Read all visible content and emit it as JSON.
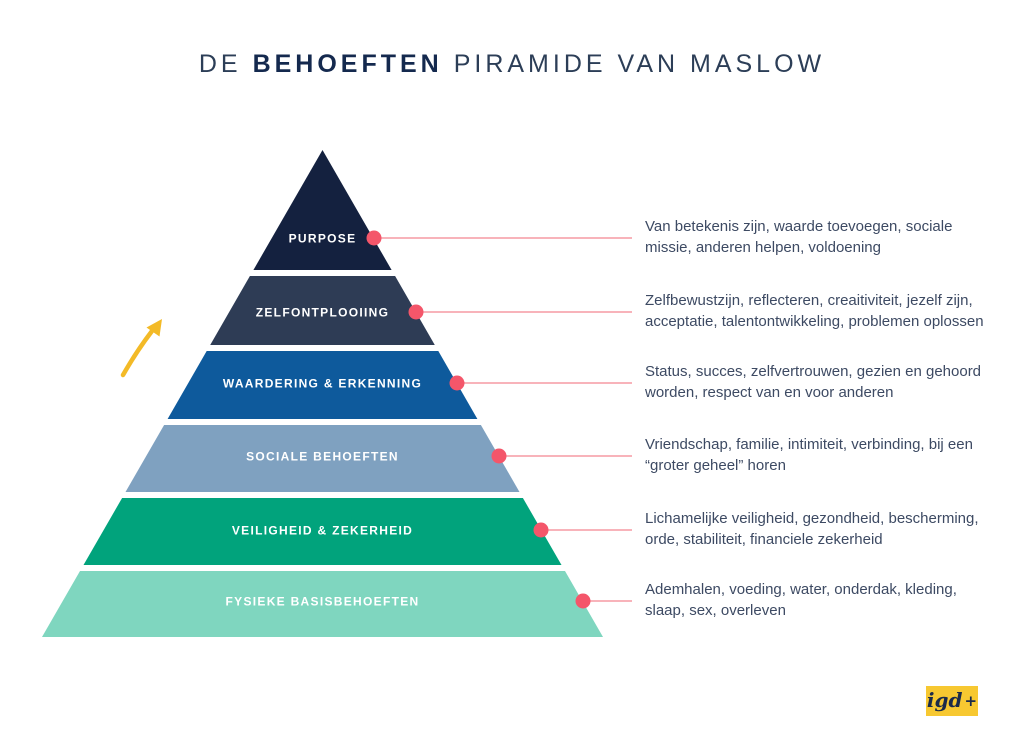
{
  "title": {
    "part1": "DE",
    "part2": "BEHOEFTEN",
    "part3": "PIRAMIDE VAN MASLOW",
    "regular_color": "#2c3e57",
    "bold_color": "#14294e"
  },
  "pyramid": {
    "levels": [
      {
        "label": "PURPOSE",
        "color": "#14213f",
        "desc_line1": "Van betekenis zijn, waarde toevoegen, sociale",
        "desc_line2": "missie, anderen helpen, voldoening"
      },
      {
        "label": "ZELFONTPLOOIING",
        "color": "#2e3c55",
        "desc_line1": "Zelfbewustzijn, reflecteren, creaitiviteit, jezelf zijn,",
        "desc_line2": "acceptatie, talentontwikkeling, problemen oplossen"
      },
      {
        "label": "WAARDERING & ERKENNING",
        "color": "#0e5a9c",
        "desc_line1": "Status, succes, zelfvertrouwen, gezien en gehoord",
        "desc_line2": "worden, respect van en voor anderen"
      },
      {
        "label": "SOCIALE BEHOEFTEN",
        "color": "#7fa1c0",
        "desc_line1": "Vriendschap, familie, intimiteit, verbinding, bij een",
        "desc_line2": "“groter geheel” horen"
      },
      {
        "label": "VEILIGHEID & ZEKERHEID",
        "color": "#01a37c",
        "desc_line1": "Lichamelijke veiligheid, gezondheid, bescherming,",
        "desc_line2": "orde, stabiliteit, financiele zekerheid"
      },
      {
        "label": "FYSIEKE BASISBEHOEFTEN",
        "color": "#7fd6bf",
        "desc_line1": "Ademhalen, voeding, water, onderdak, kleding,",
        "desc_line2": "slaap, sex, overleven"
      }
    ]
  },
  "connector": {
    "dot_color": "#f4566a",
    "line_color": "#f8b3ba"
  },
  "arrow": {
    "color": "#f3ba27"
  },
  "logo": {
    "text": "igd",
    "plus": "+",
    "bg_color": "#f7c831",
    "text_color": "#1b2a4a"
  },
  "description_text_color": "#3d4a63"
}
